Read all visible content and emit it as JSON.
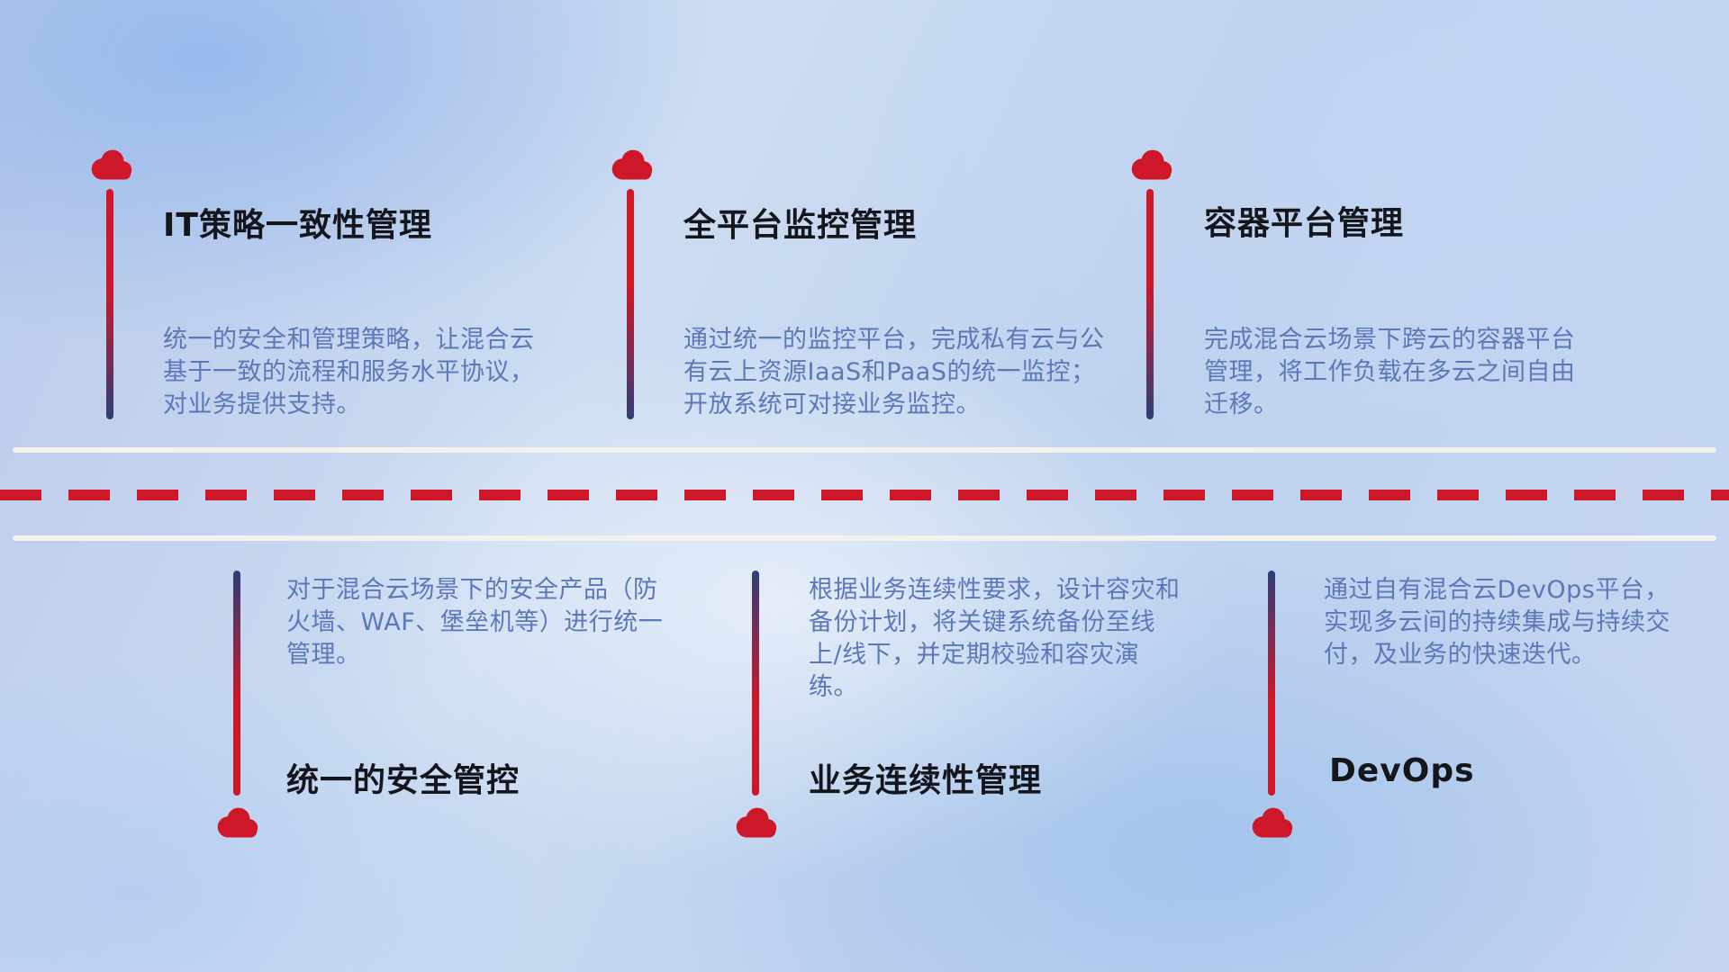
{
  "colors": {
    "red": "#ce1728",
    "navy": "#2d3e78",
    "title": "#14161c",
    "desc": "#5b79b8",
    "divider_white": "#f5f2ed"
  },
  "top_items": [
    {
      "title": "IT策略一致性管理",
      "desc": "统一的安全和管理策略，让混合云基于一致的流程和服务水平协议，对业务提供支持。"
    },
    {
      "title": "全平台监控管理",
      "desc": "通过统一的监控平台，完成私有云与公有云上资源IaaS和PaaS的统一监控；开放系统可对接业务监控。"
    },
    {
      "title": "容器平台管理",
      "desc": "完成混合云场景下跨云的容器平台管理，将工作负载在多云之间自由迁移。"
    }
  ],
  "bottom_items": [
    {
      "title": "统一的安全管控",
      "desc": "对于混合云场景下的安全产品（防火墙、WAF、堡垒机等）进行统一管理。"
    },
    {
      "title": "业务连续性管理",
      "desc": "根据业务连续性要求，设计容灾和备份计划，将关键系统备份至线上/线下，并定期校验和容灾演练。"
    },
    {
      "title": "DevOps",
      "desc": "通过自有混合云DevOps平台，实现多云间的持续集成与持续交付，及业务的快速迭代。"
    }
  ]
}
